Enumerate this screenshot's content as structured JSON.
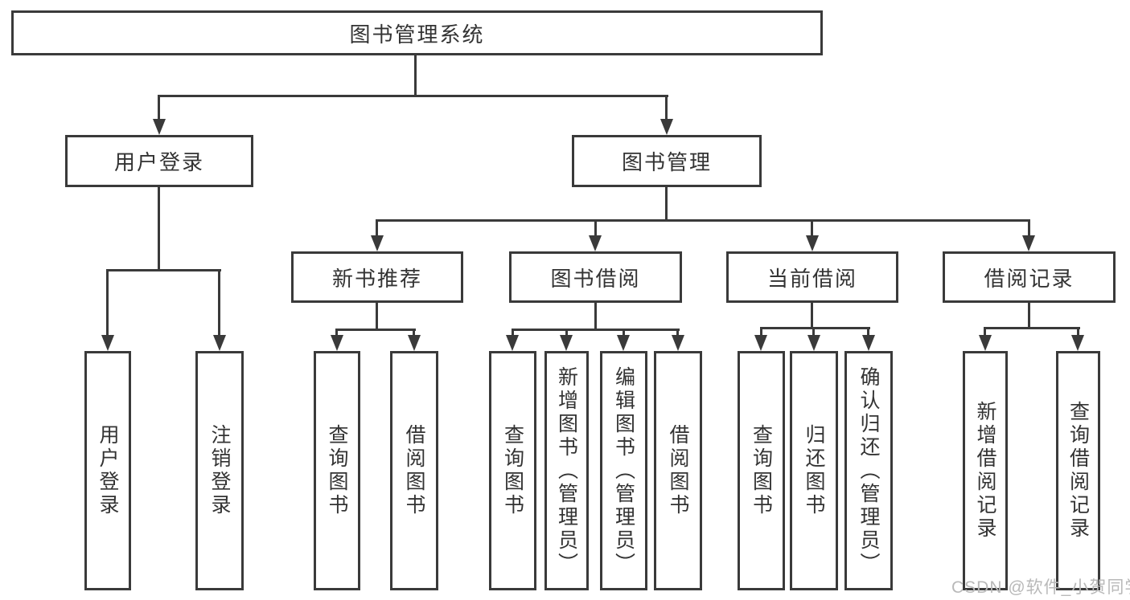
{
  "diagram_type": "tree",
  "tree": {
    "label": "图书管理系统",
    "children": [
      {
        "label": "用户登录",
        "children": [
          {
            "label": "用户登录"
          },
          {
            "label": "注销登录"
          }
        ]
      },
      {
        "label": "图书管理",
        "children": [
          {
            "label": "新书推荐",
            "children": [
              {
                "label": "查询图书"
              },
              {
                "label": "借阅图书"
              }
            ]
          },
          {
            "label": "图书借阅",
            "children": [
              {
                "label": "查询图书"
              },
              {
                "label": "新增图书（管理员）"
              },
              {
                "label": "编辑图书（管理员）"
              },
              {
                "label": "借阅图书"
              }
            ]
          },
          {
            "label": "当前借阅",
            "children": [
              {
                "label": "查询图书"
              },
              {
                "label": "归还图书"
              },
              {
                "label": "确认归还（管理员）"
              }
            ]
          },
          {
            "label": "借阅记录",
            "children": [
              {
                "label": "新增借阅记录"
              },
              {
                "label": "查询借阅记录"
              }
            ]
          }
        ]
      }
    ]
  },
  "watermark": {
    "text": "CSDN @软件_小贺同学"
  },
  "colors": {
    "line": "#3a3a3a",
    "text": "#333333",
    "watermark": "#b9b9b9",
    "background": "#ffffff"
  }
}
